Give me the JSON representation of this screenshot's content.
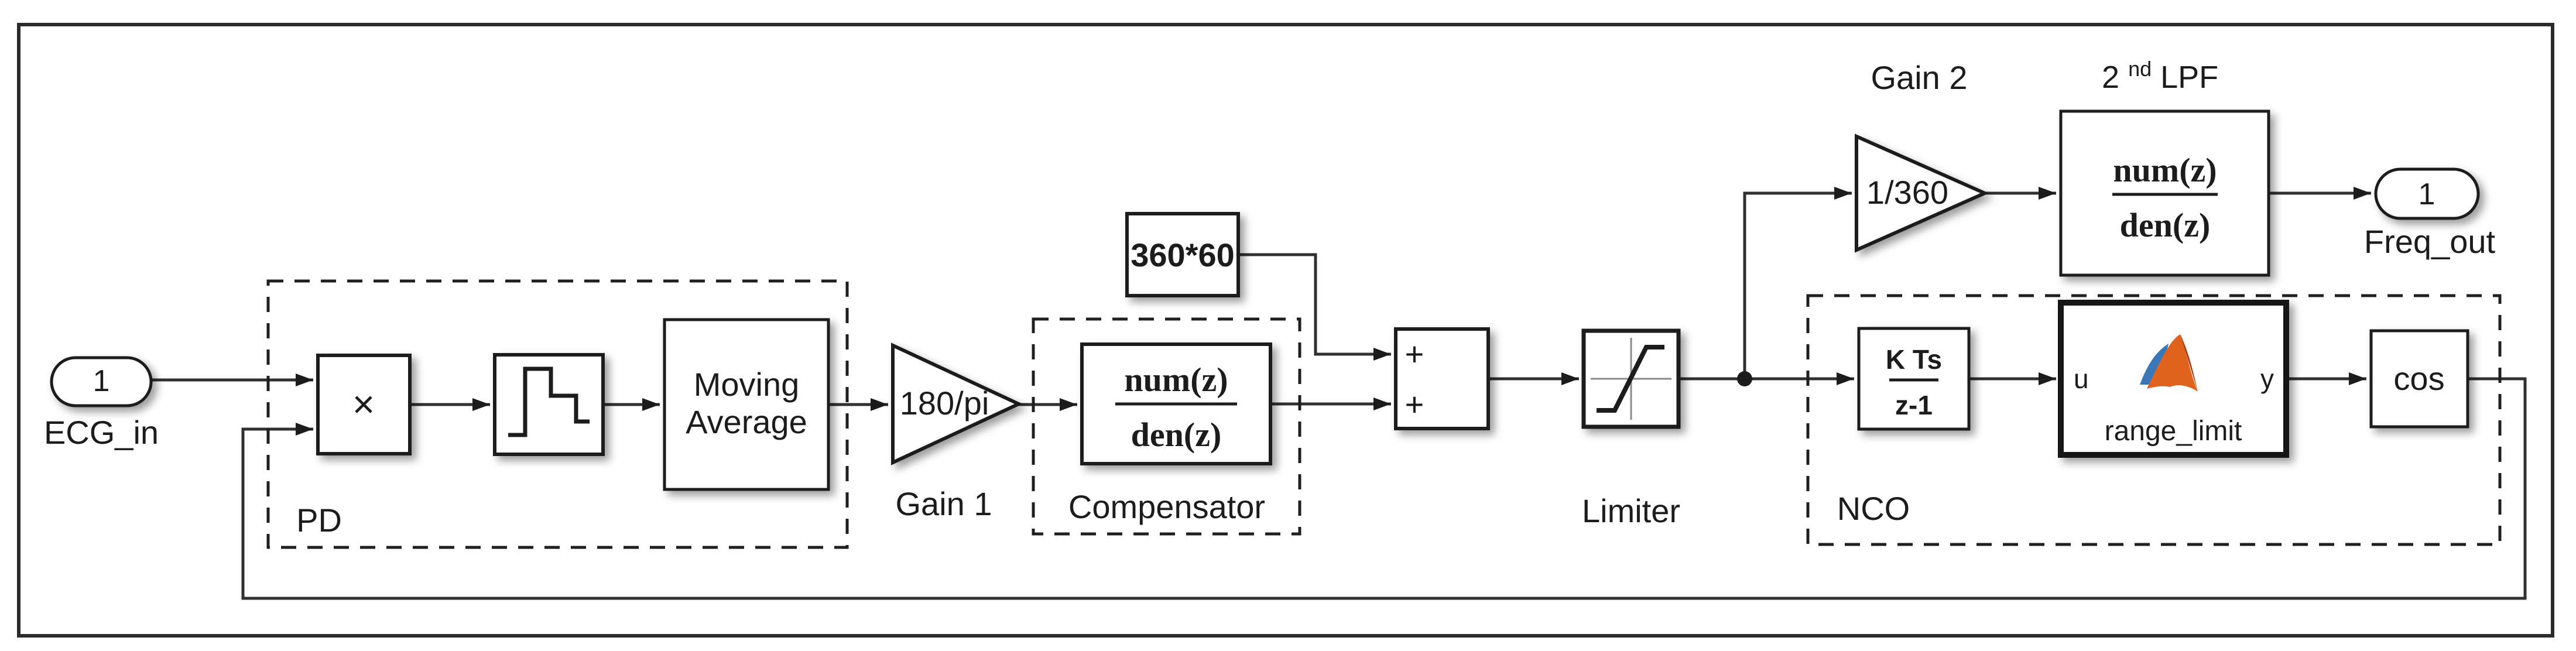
{
  "colors": {
    "wire": "#303030",
    "block_border": "#1f1f1f",
    "logo_blue": "#3a77b8",
    "logo_orange": "#e0621d",
    "logo_dark_orange": "#a63c10"
  },
  "ports": {
    "input": {
      "number": "1",
      "label": "ECG_in"
    },
    "output": {
      "number": "1",
      "label": "Freq_out"
    }
  },
  "groups": {
    "pd": {
      "label": "PD"
    },
    "compensator": {
      "label": "Compensator"
    },
    "nco": {
      "label": "NCO"
    }
  },
  "blocks": {
    "product": {
      "symbol": "×"
    },
    "moving_average": {
      "line1": "Moving",
      "line2": "Average"
    },
    "gain1": {
      "value": "180/pi",
      "label": "Gain 1"
    },
    "compensator_tf": {
      "numerator": "num(z)",
      "denominator": "den(z)"
    },
    "constant": {
      "value": "360*60"
    },
    "sum": {
      "sign_top": "+",
      "sign_bottom": "+"
    },
    "limiter": {
      "label": "Limiter"
    },
    "gain2": {
      "value": "1/360",
      "label": "Gain 2"
    },
    "lpf": {
      "label_base": "2",
      "label_sup": "nd",
      "label_rest": " LPF",
      "numerator": "num(z)",
      "denominator": "den(z)"
    },
    "integrator": {
      "numerator": "K Ts",
      "denominator": "z-1"
    },
    "range_limit": {
      "port_in": "u",
      "port_out": "y",
      "label": "range_limit"
    },
    "cos": {
      "label": "cos"
    }
  }
}
